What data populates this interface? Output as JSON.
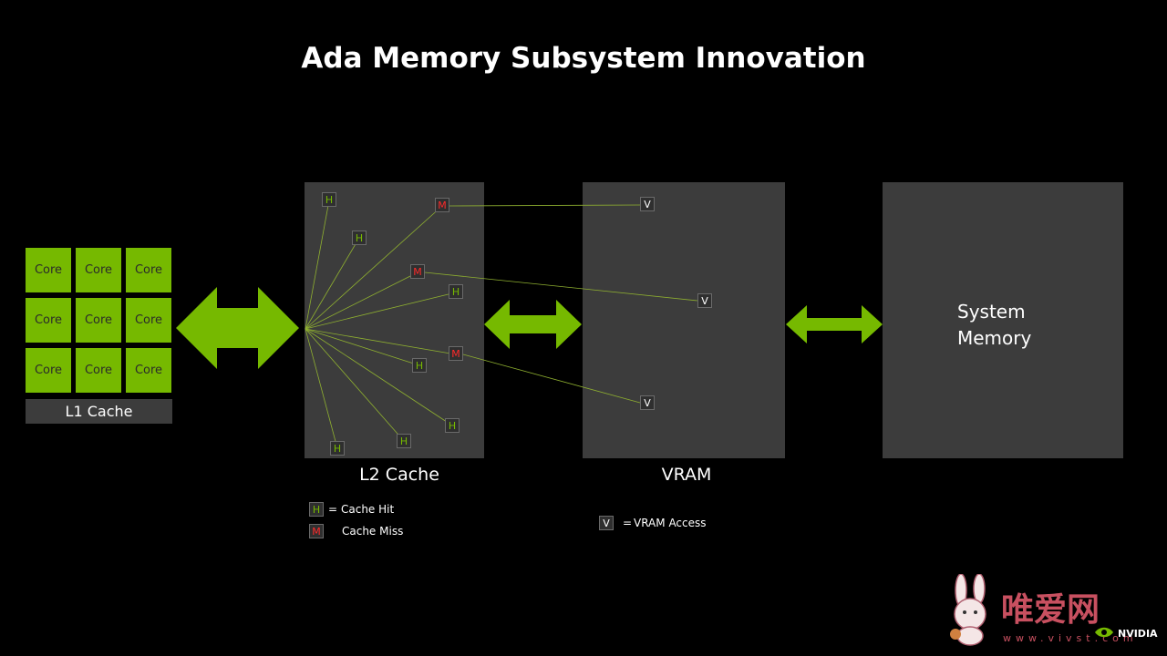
{
  "title": "Ada Memory Subsystem Innovation",
  "l1": {
    "cores": [
      "Core",
      "Core",
      "Core",
      "Core",
      "Core",
      "Core",
      "Core",
      "Core",
      "Core"
    ],
    "label": "L1 Cache"
  },
  "l2": {
    "label": "L2 Cache",
    "badges": [
      "H",
      "M",
      "H",
      "M",
      "H",
      "H",
      "M",
      "H",
      "H",
      "H"
    ]
  },
  "vram": {
    "label": "VRAM",
    "badges": [
      "V",
      "V",
      "V"
    ]
  },
  "system_memory": {
    "line1": "System",
    "line2": "Memory"
  },
  "legend": {
    "hit_badge": "H",
    "hit_text": "Cache Hit",
    "miss_badge": "M",
    "miss_text": "Cache Miss",
    "vram_badge": "V",
    "vram_text": "VRAM Access",
    "equals": "="
  },
  "watermark": {
    "text": "唯爱网",
    "url": "www.vivst.com"
  },
  "logo": {
    "text": "NVIDIA"
  },
  "colors": {
    "accent": "#76b900",
    "miss": "#ff2a2a",
    "panel": "#3c3c3c",
    "background": "#000000"
  }
}
